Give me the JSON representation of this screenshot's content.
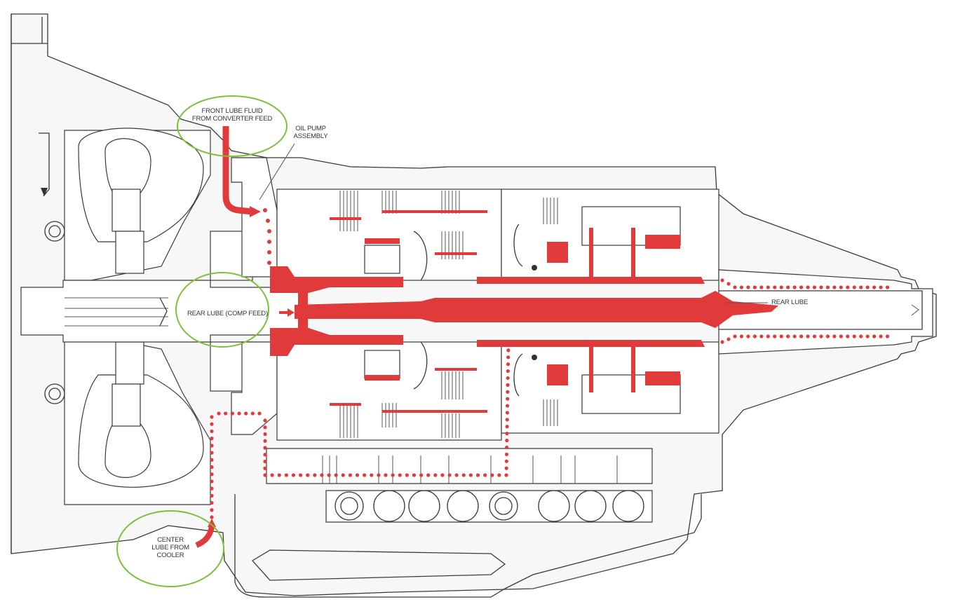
{
  "diagram": {
    "title": "Transmission lube circuit cutaway",
    "colors": {
      "lube_fluid": "#e03a3a",
      "callout_ring": "#7dc03a",
      "outline": "#3a3a3a",
      "background": "#ffffff"
    },
    "labels": {
      "front_lube_line1": "FRONT LUBE FLUID",
      "front_lube_line2": "FROM CONVERTER FEED",
      "oil_pump_line1": "OIL PUMP",
      "oil_pump_line2": "ASSEMBLY",
      "rear_lube_comp": "REAR LUBE (COMP FEED)",
      "rear_lube": "REAR LUBE",
      "center_lube_line1": "CENTER",
      "center_lube_line2": "LUBE FROM",
      "center_lube_line3": "COOLER"
    },
    "callouts": [
      {
        "name": "front-lube-callout",
        "label_ref": "front_lube"
      },
      {
        "name": "rear-lube-comp-callout",
        "label_ref": "rear_lube_comp"
      },
      {
        "name": "center-lube-callout",
        "label_ref": "center_lube"
      }
    ],
    "flow_paths": [
      {
        "name": "front-lube-path",
        "style": "solid"
      },
      {
        "name": "rear-lube-comp-path",
        "style": "solid"
      },
      {
        "name": "center-lube-path",
        "style": "dotted"
      },
      {
        "name": "rear-lube-output-path",
        "style": "dotted"
      }
    ]
  }
}
